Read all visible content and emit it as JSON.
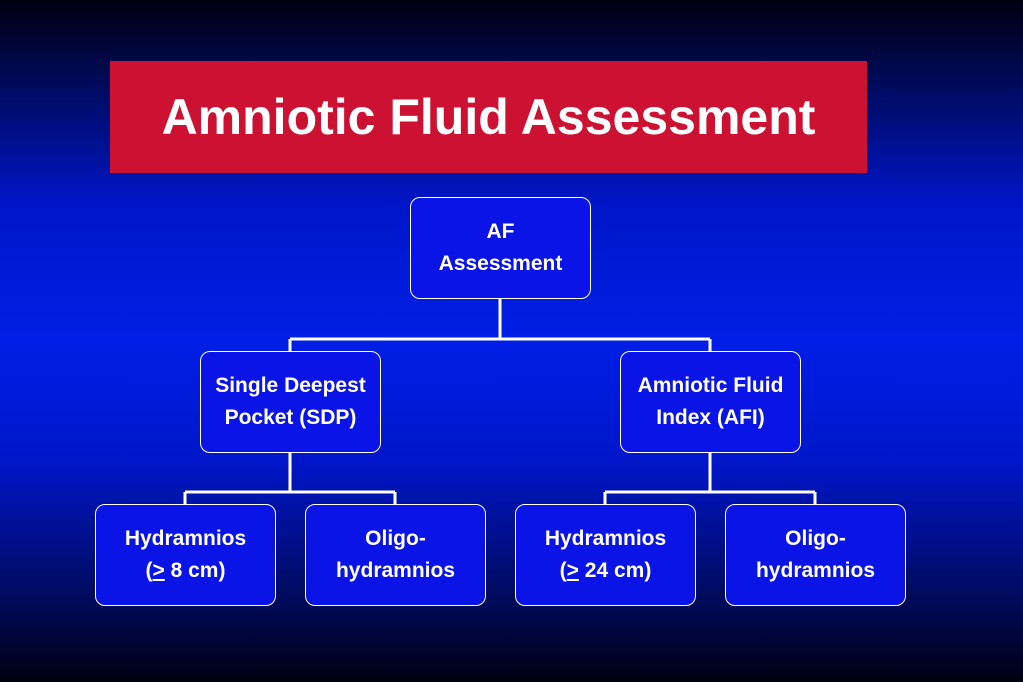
{
  "title": "Amniotic Fluid Assessment",
  "nodes": {
    "root": {
      "line1": "AF",
      "line2": "Assessment"
    },
    "sdp": {
      "line1": "Single Deepest",
      "line2": "Pocket (SDP)"
    },
    "afi": {
      "line1": "Amniotic Fluid",
      "line2": "Index (AFI)"
    },
    "sdp_hydramnios": {
      "line1": "Hydramnios",
      "open": "(",
      "sym": ">",
      "rest": " 8 cm)"
    },
    "sdp_oligo": {
      "line1": "Oligo-",
      "line2": "hydramnios"
    },
    "afi_hydramnios": {
      "line1": "Hydramnios",
      "open": "(",
      "sym": ">",
      "rest": " 24 cm)"
    },
    "afi_oligo": {
      "line1": "Oligo-",
      "line2": "hydramnios"
    }
  },
  "colors": {
    "banner": "#cc1133",
    "node_fill": "#0a14e6",
    "line": "#ffffff"
  }
}
